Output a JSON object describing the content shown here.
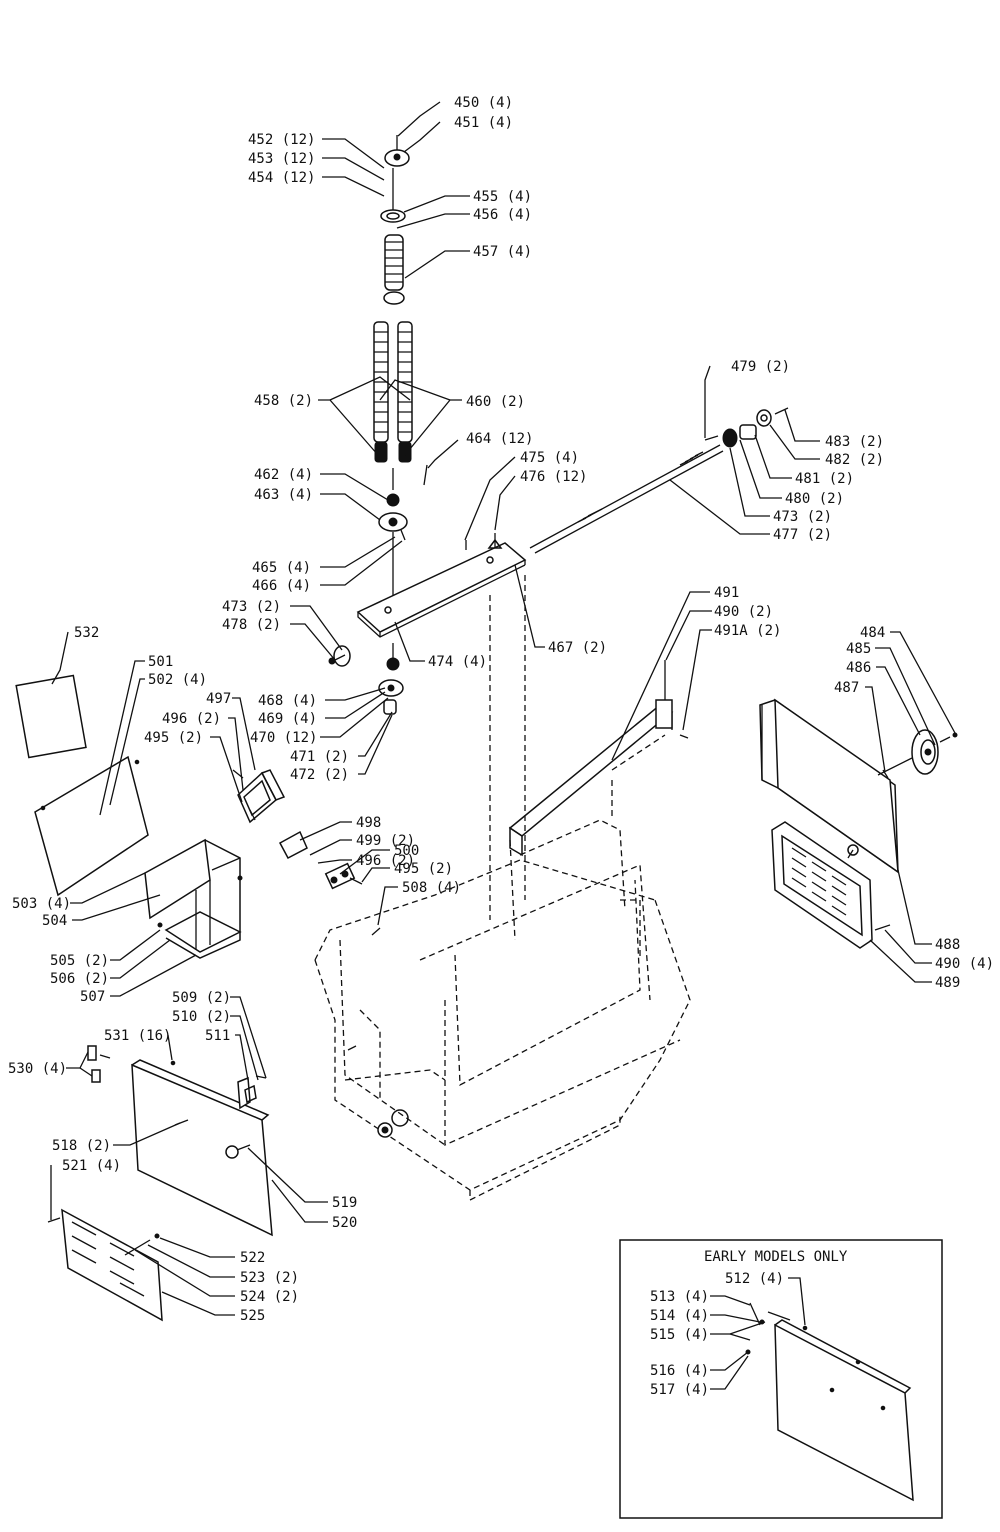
{
  "inset": {
    "title": "EARLY MODELS ONLY"
  },
  "callouts": [
    {
      "key": "450",
      "text": "450 (4)"
    },
    {
      "key": "451",
      "text": "451 (4)"
    },
    {
      "key": "452",
      "text": "452 (12)"
    },
    {
      "key": "453",
      "text": "453 (12)"
    },
    {
      "key": "454",
      "text": "454 (12)"
    },
    {
      "key": "455",
      "text": "455 (4)"
    },
    {
      "key": "456",
      "text": "456 (4)"
    },
    {
      "key": "457",
      "text": "457 (4)"
    },
    {
      "key": "458",
      "text": "458 (2)"
    },
    {
      "key": "460",
      "text": "460 (2)"
    },
    {
      "key": "464",
      "text": "464 (12)"
    },
    {
      "key": "462",
      "text": "462 (4)"
    },
    {
      "key": "463",
      "text": "463 (4)"
    },
    {
      "key": "475",
      "text": "475 (4)"
    },
    {
      "key": "476",
      "text": "476 (12)"
    },
    {
      "key": "479",
      "text": "479 (2)"
    },
    {
      "key": "483",
      "text": "483 (2)"
    },
    {
      "key": "482",
      "text": "482 (2)"
    },
    {
      "key": "481",
      "text": "481 (2)"
    },
    {
      "key": "480",
      "text": "480 (2)"
    },
    {
      "key": "473b",
      "text": "473 (2)"
    },
    {
      "key": "477",
      "text": "477 (2)"
    },
    {
      "key": "465",
      "text": "465 (4)"
    },
    {
      "key": "466",
      "text": "466 (4)"
    },
    {
      "key": "473a",
      "text": "473 (2)"
    },
    {
      "key": "478",
      "text": "478 (2)"
    },
    {
      "key": "474",
      "text": "474 (4)"
    },
    {
      "key": "467",
      "text": "467 (2)"
    },
    {
      "key": "532",
      "text": "532"
    },
    {
      "key": "501",
      "text": "501"
    },
    {
      "key": "502",
      "text": "502 (4)"
    },
    {
      "key": "497",
      "text": "497"
    },
    {
      "key": "496a",
      "text": "496 (2)"
    },
    {
      "key": "495a",
      "text": "495 (2)"
    },
    {
      "key": "468",
      "text": "468 (4)"
    },
    {
      "key": "469",
      "text": "469 (4)"
    },
    {
      "key": "470",
      "text": "470 (12)"
    },
    {
      "key": "471",
      "text": "471 (2)"
    },
    {
      "key": "472",
      "text": "472 (2)"
    },
    {
      "key": "491",
      "text": "491"
    },
    {
      "key": "490a",
      "text": "490 (2)"
    },
    {
      "key": "491A",
      "text": "491A (2)"
    },
    {
      "key": "484",
      "text": "484"
    },
    {
      "key": "485",
      "text": "485"
    },
    {
      "key": "486",
      "text": "486"
    },
    {
      "key": "487",
      "text": "487"
    },
    {
      "key": "498",
      "text": "498"
    },
    {
      "key": "499",
      "text": "499 (2)"
    },
    {
      "key": "496b",
      "text": "496 (2)"
    },
    {
      "key": "500",
      "text": "500"
    },
    {
      "key": "495b",
      "text": "495 (2)"
    },
    {
      "key": "508",
      "text": "508 (4)"
    },
    {
      "key": "503",
      "text": "503 (4)"
    },
    {
      "key": "504",
      "text": "504"
    },
    {
      "key": "505",
      "text": "505 (2)"
    },
    {
      "key": "506",
      "text": "506 (2)"
    },
    {
      "key": "507",
      "text": "507"
    },
    {
      "key": "488",
      "text": "488"
    },
    {
      "key": "490b",
      "text": "490 (4)"
    },
    {
      "key": "489",
      "text": "489"
    },
    {
      "key": "509",
      "text": "509 (2)"
    },
    {
      "key": "510",
      "text": "510 (2)"
    },
    {
      "key": "511",
      "text": "511"
    },
    {
      "key": "531",
      "text": "531 (16)"
    },
    {
      "key": "530",
      "text": "530 (4)"
    },
    {
      "key": "518",
      "text": "518 (2)"
    },
    {
      "key": "521",
      "text": "521 (4)"
    },
    {
      "key": "519",
      "text": "519"
    },
    {
      "key": "520",
      "text": "520"
    },
    {
      "key": "522",
      "text": "522"
    },
    {
      "key": "523",
      "text": "523 (2)"
    },
    {
      "key": "524",
      "text": "524 (2)"
    },
    {
      "key": "525",
      "text": "525"
    },
    {
      "key": "512",
      "text": "512 (4)"
    },
    {
      "key": "513",
      "text": "513 (4)"
    },
    {
      "key": "514",
      "text": "514 (4)"
    },
    {
      "key": "515",
      "text": "515 (4)"
    },
    {
      "key": "516",
      "text": "516 (4)"
    },
    {
      "key": "517",
      "text": "517 (4)"
    }
  ]
}
